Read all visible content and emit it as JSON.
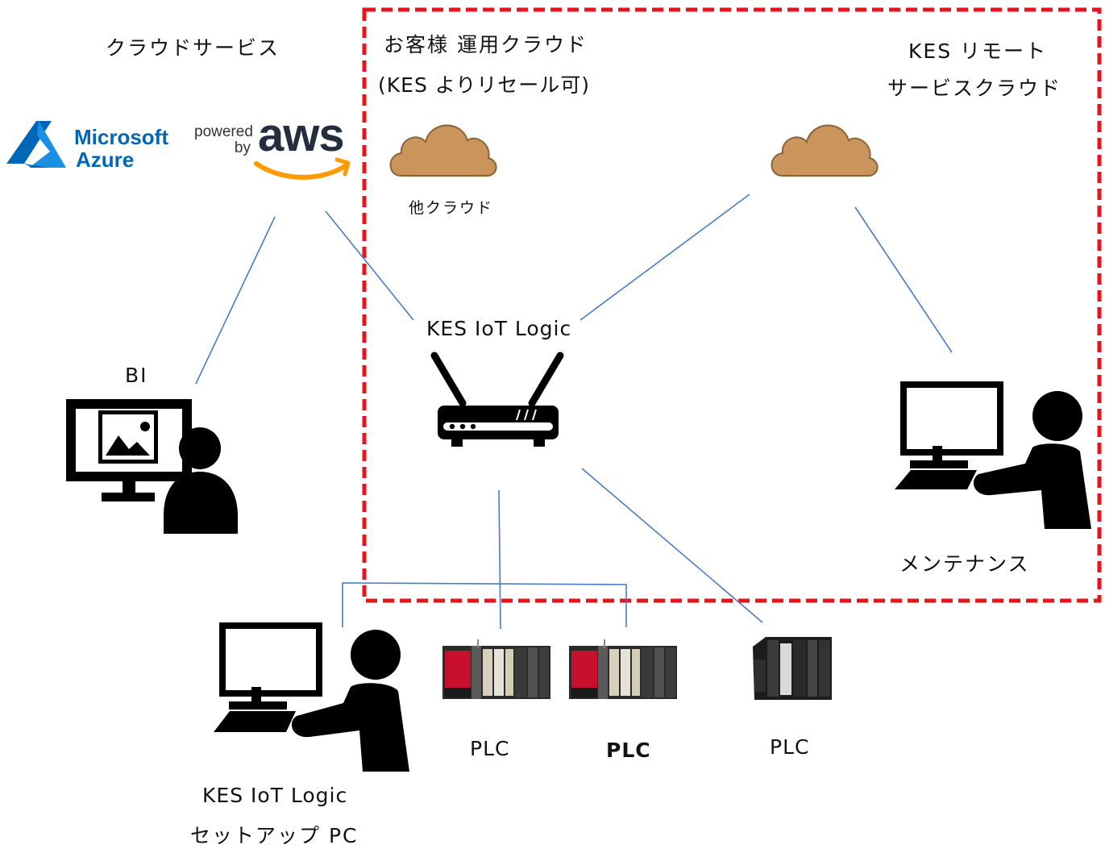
{
  "labels": {
    "cloud_services": "クラウドサービス",
    "customer_cloud_line1": "お客様 運用クラウド",
    "customer_cloud_line2": "(KES よりリセール可)",
    "kes_remote_line1": "KES リモート",
    "kes_remote_line2": "サービスクラウド",
    "other_cloud": "他クラウド",
    "kes_iot_logic": "KES IoT Logic",
    "bi": "BI",
    "maintenance": "メンテナンス",
    "setup_pc_line1": "KES IoT Logic",
    "setup_pc_line2": "セットアップ PC",
    "plc_1": "PLC",
    "plc_2": "PLC",
    "plc_3": "PLC"
  },
  "logos": {
    "microsoft_line1": "Microsoft",
    "microsoft_line2": "Azure",
    "aws_powered": "powered",
    "aws_by": "by",
    "aws_word": "aws"
  },
  "colors": {
    "boundary": "#e8141c",
    "connector": "#4a7cc0",
    "cloud_fill": "#c9955d",
    "cloud_stroke": "#8a6338",
    "azure": "#0067b8",
    "aws_orange": "#ff9900",
    "aws_text": "#232f3e"
  },
  "icons": [
    "azure-logo-icon",
    "aws-logo-icon",
    "cloud-icon",
    "router-icon",
    "bi-user-icon",
    "maintenance-user-icon",
    "setup-pc-user-icon",
    "plc-icon"
  ]
}
